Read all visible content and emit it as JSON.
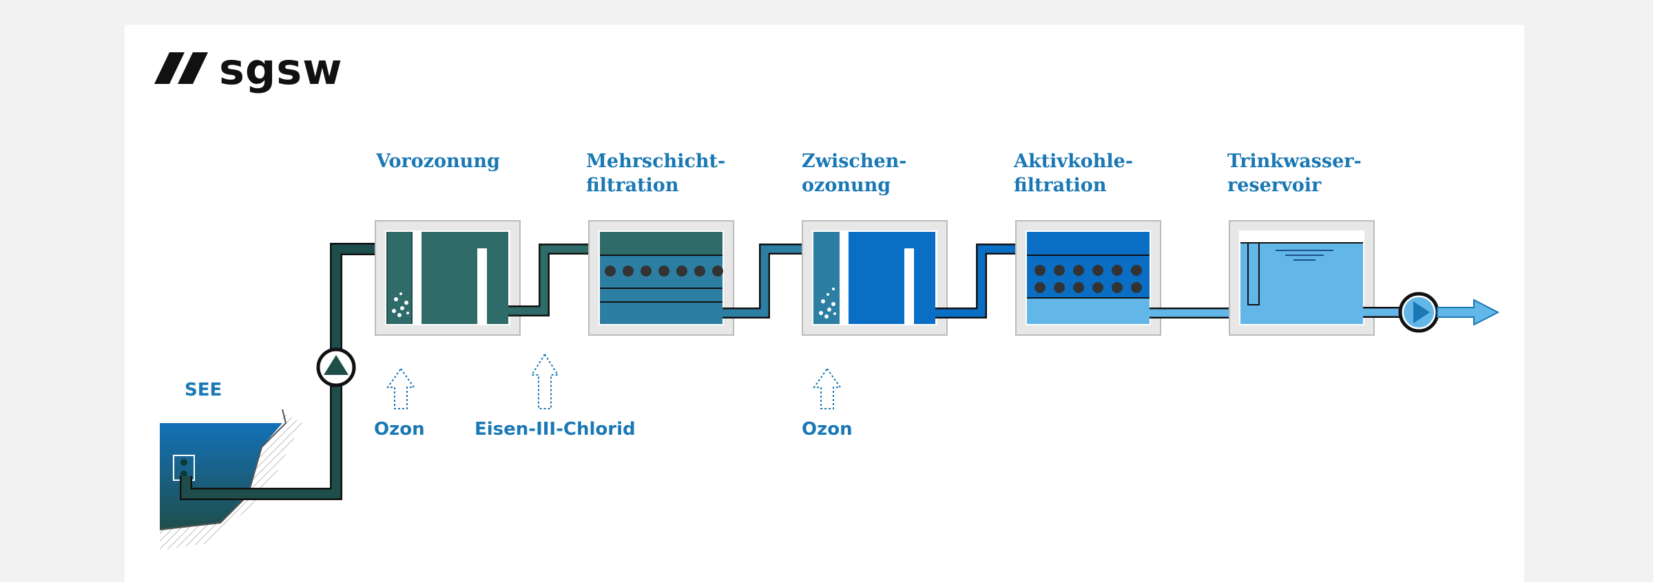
{
  "brand": {
    "name": "sgsw"
  },
  "stages": [
    {
      "title": "Vorozonung"
    },
    {
      "title": "Mehrschicht-\nfiltration"
    },
    {
      "title": "Zwischen-\nozonung"
    },
    {
      "title": "Aktivkohle-\nfiltration"
    },
    {
      "title": "Trinkwasser-\nreservoir"
    }
  ],
  "source": {
    "label": "SEE"
  },
  "inputs": [
    {
      "label": "Ozon"
    },
    {
      "label": "Eisen-III-Chlorid"
    },
    {
      "label": "Ozon"
    }
  ],
  "colors": {
    "text_blue": "#1a78b4",
    "raw_water": "#1e4e4c",
    "teal": "#2f6b68",
    "mid_blue": "#2d7ea3",
    "bright_blue": "#0a6ec4",
    "light_blue": "#62b7e8",
    "box_frame": "#e7e7e7",
    "pump_ring": "#111111"
  },
  "icons": [
    "pump-icon",
    "flow-arrow-icon",
    "input-arrow-icon"
  ]
}
